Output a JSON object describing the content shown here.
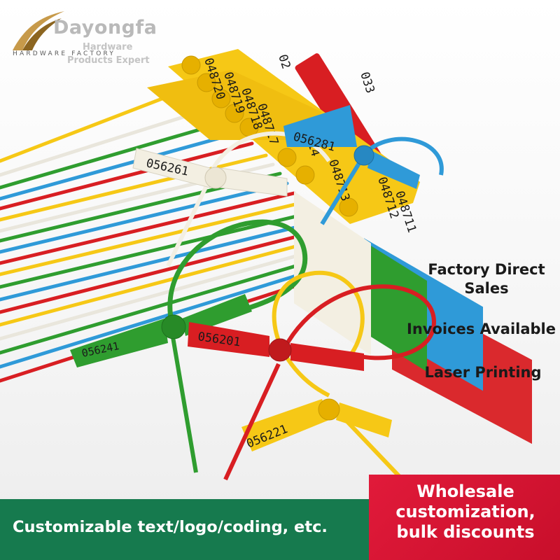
{
  "brand": {
    "name": "Dayongfa",
    "subtitle": "HARDWARE FACTORY",
    "line1": "Hardware",
    "line2": "Products Expert"
  },
  "features": {
    "factory_direct": "Factory Direct Sales",
    "invoices": "Invoices Available",
    "laser": "Laser Printing"
  },
  "banners": {
    "custom": "Customizable text/logo/coding, etc.",
    "wholesale": "Wholesale customization, bulk discounts"
  },
  "seal_numbers": {
    "yellow_stack": [
      "048720",
      "048719",
      "048718",
      "048717",
      "048713",
      "048712",
      "048711"
    ],
    "white_seal": "056261",
    "blue_seal": "056281",
    "green_seal": "056241",
    "red_seal": "056201",
    "yellow_seal": "056221",
    "partial_white": "02",
    "partial_colored": "033",
    "partial_mid": "14"
  },
  "colors": {
    "yellow": "#f6c816",
    "white": "#f3efe2",
    "green": "#2f9d2f",
    "blue": "#2f9ad8",
    "red": "#d81e22",
    "banner_green": "#167a4e",
    "banner_red": "#e11a3a"
  }
}
